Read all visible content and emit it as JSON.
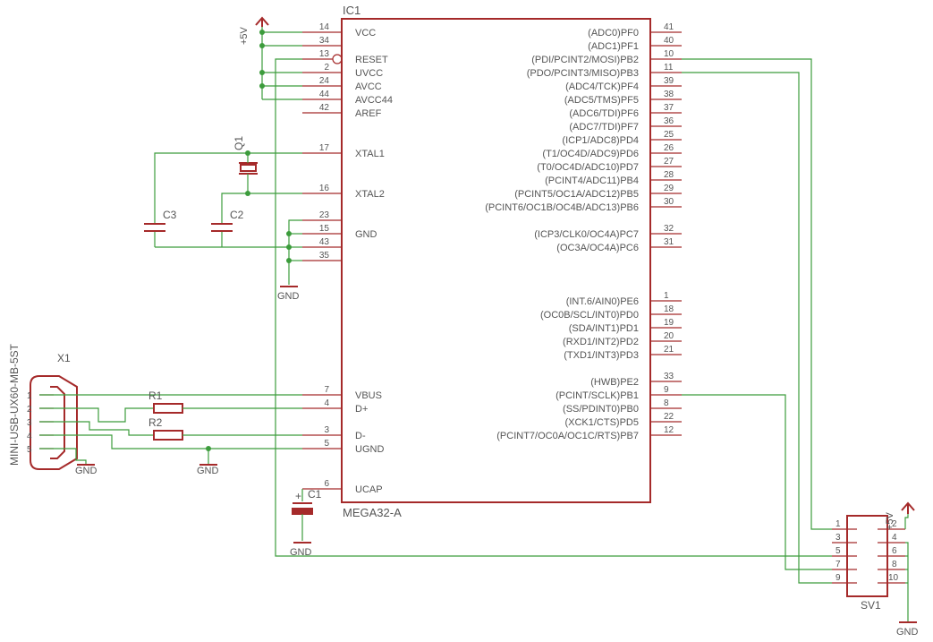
{
  "ic1": {
    "ref": "IC1",
    "value": "MEGA32-A",
    "left_pins": [
      {
        "num": "14",
        "name": "VCC"
      },
      {
        "num": "34",
        "name": ""
      },
      {
        "num": "13",
        "name": "RESET"
      },
      {
        "num": "2",
        "name": "UVCC"
      },
      {
        "num": "24",
        "name": "AVCC"
      },
      {
        "num": "44",
        "name": "AVCC44"
      },
      {
        "num": "42",
        "name": "AREF"
      },
      {
        "num": "17",
        "name": "XTAL1"
      },
      {
        "num": "16",
        "name": "XTAL2"
      },
      {
        "num": "23",
        "name": ""
      },
      {
        "num": "15",
        "name": "GND"
      },
      {
        "num": "43",
        "name": ""
      },
      {
        "num": "35",
        "name": ""
      },
      {
        "num": "7",
        "name": "VBUS"
      },
      {
        "num": "4",
        "name": "D+"
      },
      {
        "num": "3",
        "name": "D-"
      },
      {
        "num": "5",
        "name": "UGND"
      },
      {
        "num": "6",
        "name": "UCAP"
      }
    ],
    "right_pins": [
      {
        "num": "41",
        "name": "(ADC0)PF0"
      },
      {
        "num": "40",
        "name": "(ADC1)PF1"
      },
      {
        "num": "10",
        "name": "(PDI/PCINT2/MOSI)PB2"
      },
      {
        "num": "11",
        "name": "(PDO/PCINT3/MISO)PB3"
      },
      {
        "num": "39",
        "name": "(ADC4/TCK)PF4"
      },
      {
        "num": "38",
        "name": "(ADC5/TMS)PF5"
      },
      {
        "num": "37",
        "name": "(ADC6/TDI)PF6"
      },
      {
        "num": "36",
        "name": "(ADC7/TDI)PF7"
      },
      {
        "num": "25",
        "name": "(ICP1/ADC8)PD4"
      },
      {
        "num": "26",
        "name": "(T1/OC4D/ADC9)PD6"
      },
      {
        "num": "27",
        "name": "(T0/OC4D/ADC10)PD7"
      },
      {
        "num": "28",
        "name": "(PCINT4/ADC11)PB4"
      },
      {
        "num": "29",
        "name": "(PCINT5/OC1A/ADC12)PB5"
      },
      {
        "num": "30",
        "name": "(PCINT6/OC1B/OC4B/ADC13)PB6"
      },
      {
        "num": "32",
        "name": "(ICP3/CLK0/OC4A)PC7"
      },
      {
        "num": "31",
        "name": "(OC3A/OC4A)PC6"
      },
      {
        "num": "1",
        "name": "(INT.6/AIN0)PE6"
      },
      {
        "num": "18",
        "name": "(OC0B/SCL/INT0)PD0"
      },
      {
        "num": "19",
        "name": "(SDA/INT1)PD1"
      },
      {
        "num": "20",
        "name": "(RXD1/INT2)PD2"
      },
      {
        "num": "21",
        "name": "(TXD1/INT3)PD3"
      },
      {
        "num": "33",
        "name": "(HWB)PE2"
      },
      {
        "num": "9",
        "name": "(PCINT/SCLK)PB1"
      },
      {
        "num": "8",
        "name": "(SS/PDINT0)PB0"
      },
      {
        "num": "22",
        "name": "(XCK1/CTS)PD5"
      },
      {
        "num": "12",
        "name": "(PCINT7/OC0A/OC1C/RTS)PB7"
      }
    ]
  },
  "labels": {
    "q1": "Q1",
    "c1": "C1",
    "c2": "C2",
    "c3": "C3",
    "r1": "R1",
    "r2": "R2",
    "x1": "X1",
    "x1_value": "MINI-USB-UX60-MB-5ST",
    "x1_pins": [
      "1",
      "2",
      "3",
      "4",
      "5"
    ],
    "sv1": "SV1",
    "sv1_left": [
      "1",
      "3",
      "5",
      "7",
      "9"
    ],
    "sv1_right": [
      "2",
      "4",
      "6",
      "8",
      "10"
    ],
    "plus5v": "+5V",
    "gnd": "GND",
    "c1_plus": "+"
  },
  "colors": {
    "part": "#a52a2a",
    "wire": "#3c9c3c",
    "text": "#555555"
  }
}
